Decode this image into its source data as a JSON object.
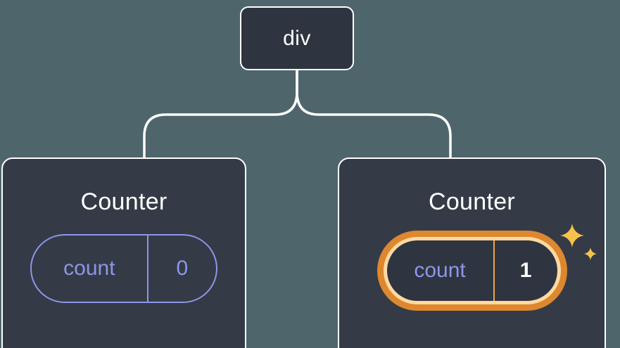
{
  "diagram": {
    "title": "react-state-tree-diagram",
    "root_node": {
      "label": "div"
    },
    "children": [
      {
        "title": "Counter",
        "pill": {
          "key": "count",
          "value": "0",
          "highlighted": false
        }
      },
      {
        "title": "Counter",
        "pill": {
          "key": "count",
          "value": "1",
          "highlighted": true
        }
      }
    ],
    "icons": [
      {
        "name": "sparkle-icon",
        "meaning": "newly created / updated state"
      }
    ],
    "colors": {
      "background": "#4e666b",
      "node_background": "#2f3540",
      "box_background": "#343b47",
      "node_border": "#ffffff",
      "connector": "#ffffff",
      "pill_accent": "#8d96e8",
      "highlight_ring_outer": "#dd872f",
      "highlight_ring_inner": "#ffd9a2",
      "highlight_divider": "#e9a44c",
      "highlight_value_text": "#ffffff",
      "sparkle": "#f6c24a"
    }
  }
}
